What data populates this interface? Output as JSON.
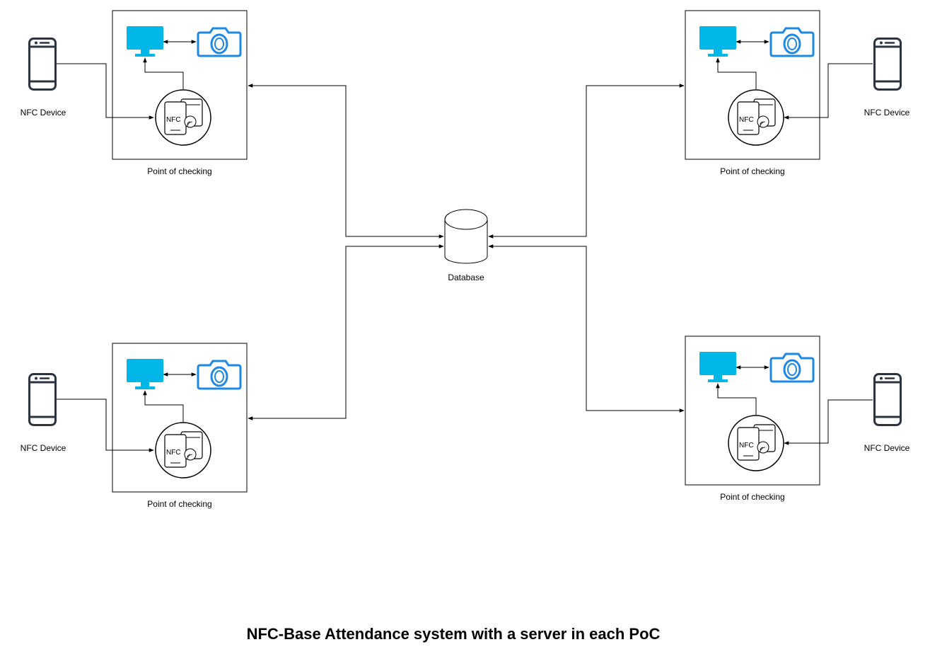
{
  "diagram": {
    "title": "NFC-Base Attendance system with a server in each PoC",
    "database": {
      "label": "Database",
      "icon": "database-cylinder-icon"
    },
    "points_of_checking": [
      {
        "id": "poc-top-left",
        "label": "Point of checking",
        "nfc_device_label": "NFC Device"
      },
      {
        "id": "poc-top-right",
        "label": "Point of checking",
        "nfc_device_label": "NFC Device"
      },
      {
        "id": "poc-bottom-left",
        "label": "Point of checking",
        "nfc_device_label": "NFC Device"
      },
      {
        "id": "poc-bottom-right",
        "label": "Point of checking",
        "nfc_device_label": "NFC Device"
      }
    ],
    "reader_icon_text": "NFC",
    "icons": {
      "monitor": "monitor-icon",
      "camera": "camera-icon",
      "nfc_reader": "nfc-reader-icon",
      "phone": "smartphone-icon"
    },
    "colors": {
      "monitor": "#00b7e8",
      "camera": "#1e88e5",
      "device": "#2b3340",
      "line": "#000000"
    }
  }
}
